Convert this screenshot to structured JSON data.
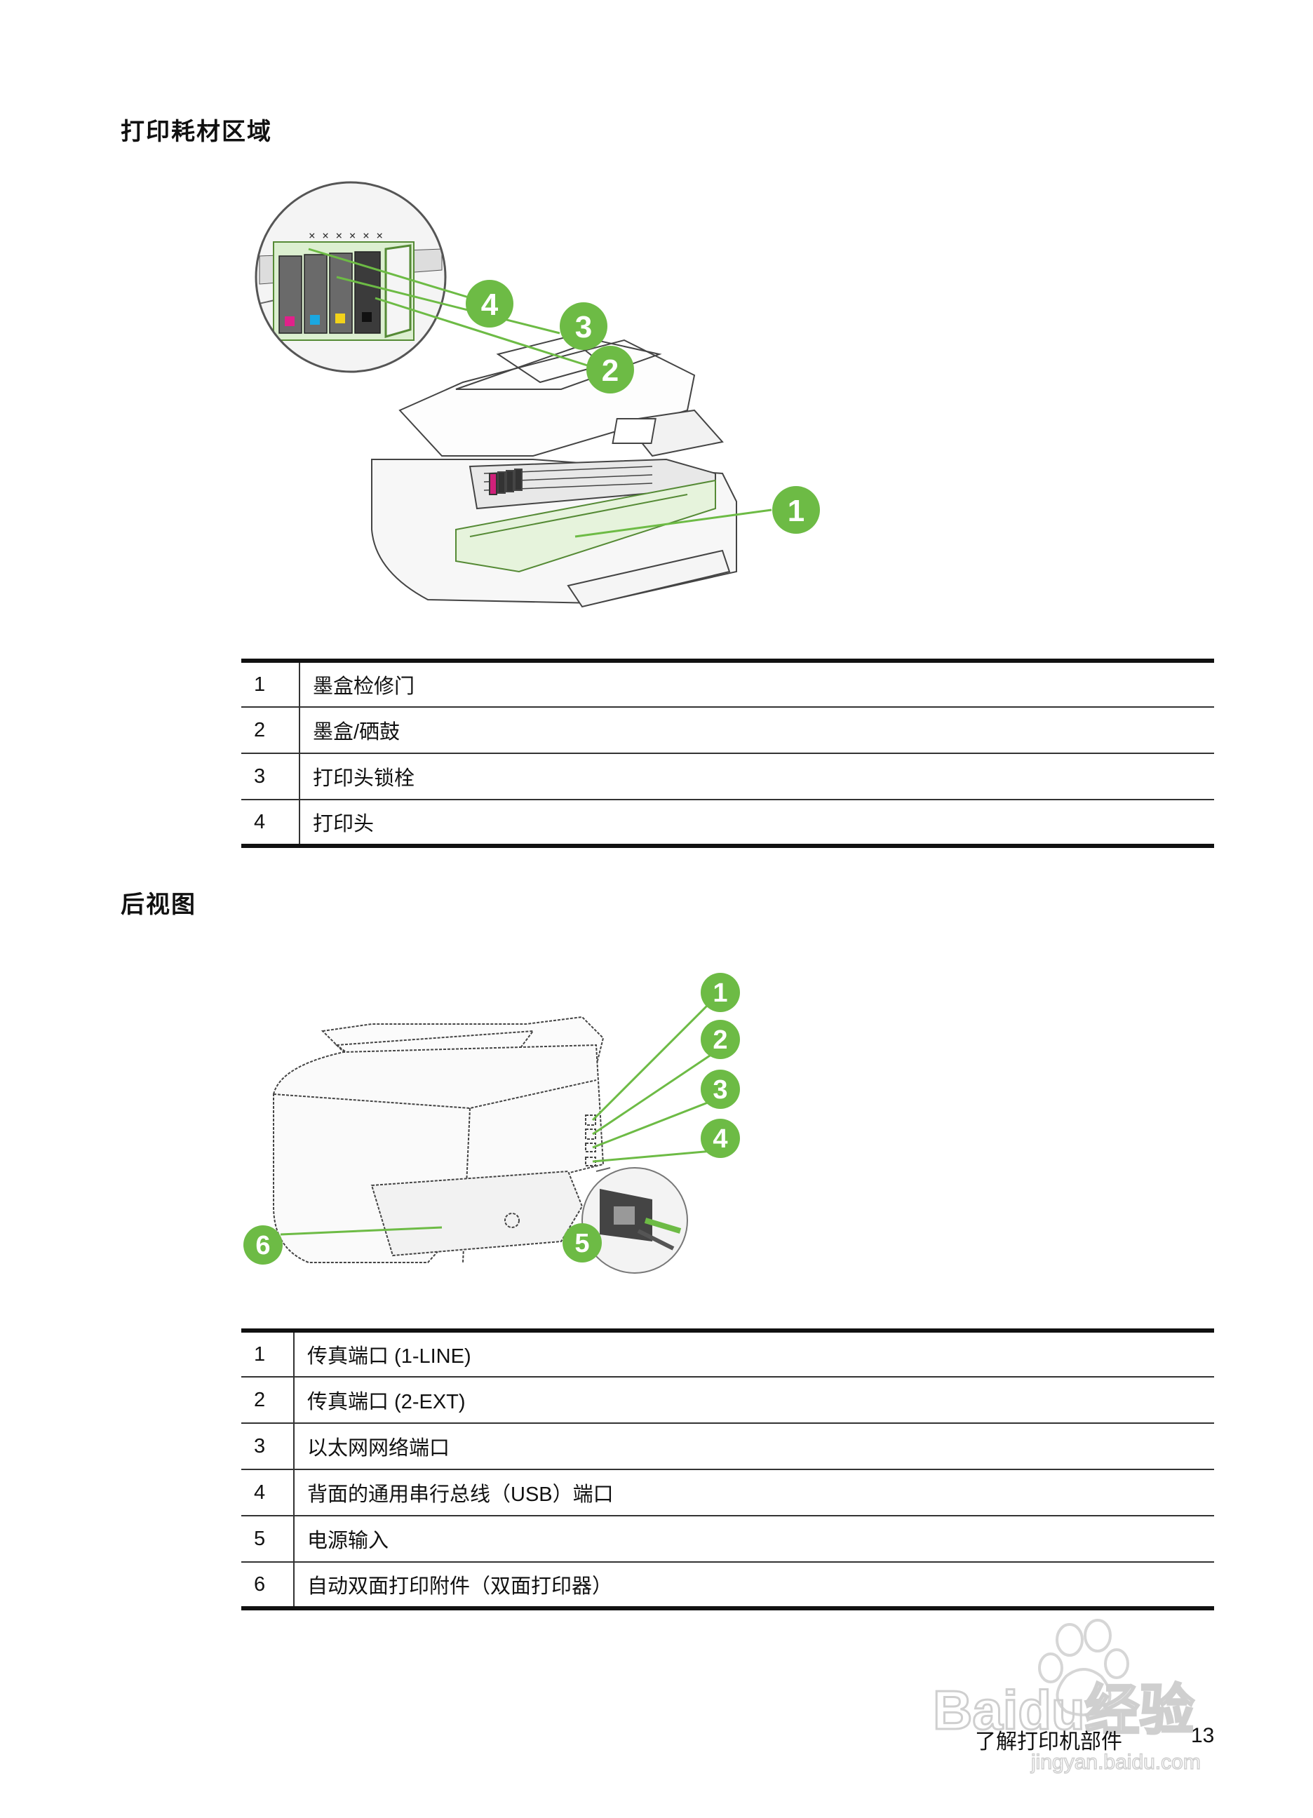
{
  "supplies_section": {
    "title": "打印耗材区域",
    "callouts": [
      "1",
      "2",
      "3",
      "4"
    ],
    "items": [
      {
        "num": "1",
        "label": "墨盒检修门"
      },
      {
        "num": "2",
        "label": "墨盒/硒鼓"
      },
      {
        "num": "3",
        "label": "打印头锁栓"
      },
      {
        "num": "4",
        "label": "打印头"
      }
    ]
  },
  "rear_section": {
    "title": "后视图",
    "callouts": [
      "1",
      "2",
      "3",
      "4",
      "5",
      "6"
    ],
    "items": [
      {
        "num": "1",
        "label": "传真端口 (1-LINE)"
      },
      {
        "num": "2",
        "label": "传真端口 (2-EXT)"
      },
      {
        "num": "3",
        "label": "以太网网络端口"
      },
      {
        "num": "4",
        "label": "背面的通用串行总线（USB）端口"
      },
      {
        "num": "5",
        "label": "电源输入"
      },
      {
        "num": "6",
        "label": "自动双面打印附件（双面打印器）"
      }
    ]
  },
  "footer": {
    "chapter": "了解打印机部件",
    "page": "13"
  },
  "watermark": {
    "text": "Baidu经验",
    "url": "jingyan.baidu.com"
  },
  "colors": {
    "callout_green": "#6dbb45",
    "rule": "#111111"
  }
}
